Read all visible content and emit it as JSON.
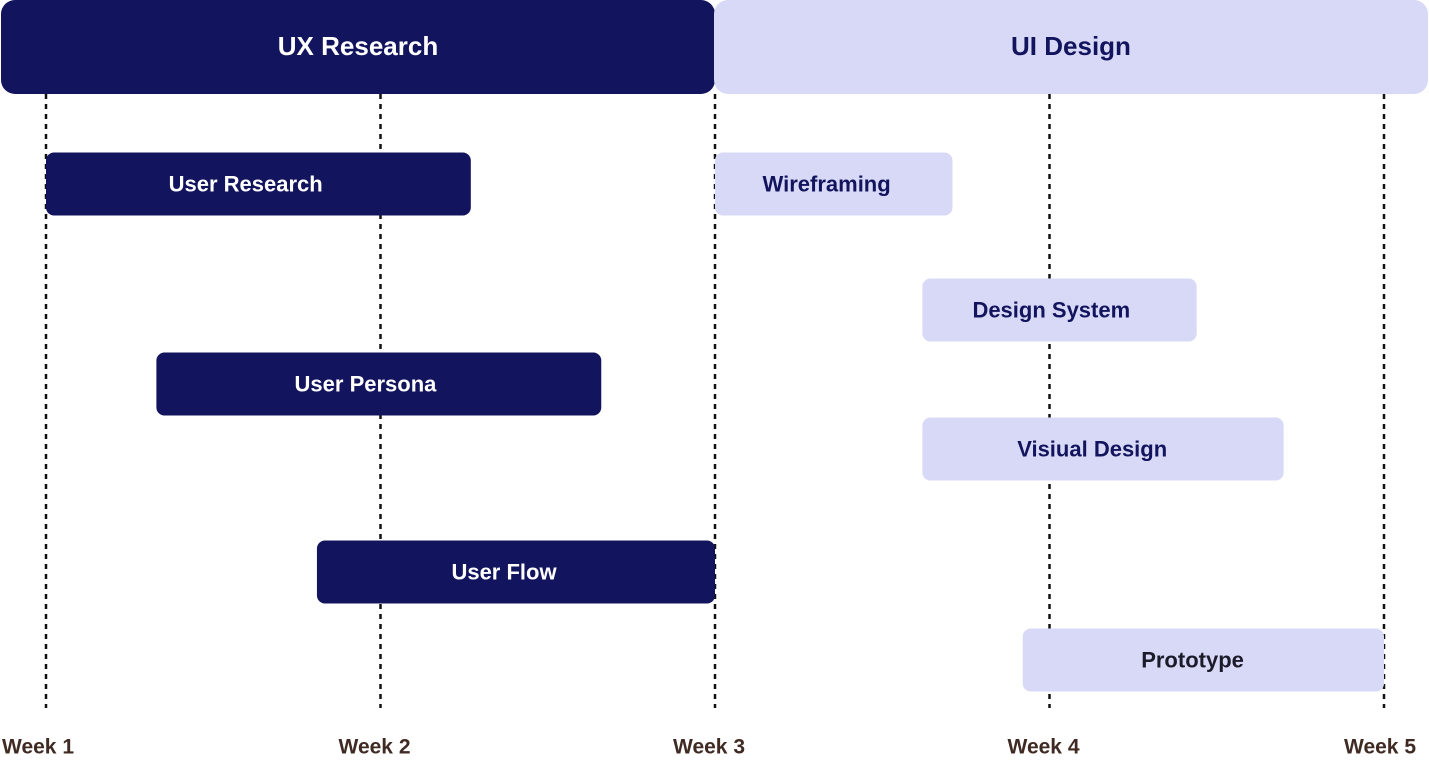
{
  "chart_data": {
    "type": "gantt",
    "weeks": [
      "Week 1",
      "Week 2",
      "Week 3",
      "Week 4",
      "Week 5"
    ],
    "phases": [
      {
        "name": "UX Research",
        "start": 1,
        "end": 3,
        "style": "dark"
      },
      {
        "name": "UI Design",
        "start": 3,
        "end": 5,
        "style": "light"
      }
    ],
    "tasks": [
      {
        "name": "User Research",
        "start": 1,
        "end": 2.27,
        "style": "dark"
      },
      {
        "name": "Wireframing",
        "start": 3,
        "end": 3.71,
        "style": "light"
      },
      {
        "name": "Design System",
        "start": 3.62,
        "end": 4.44,
        "style": "light"
      },
      {
        "name": "User Persona",
        "start": 1.33,
        "end": 2.66,
        "style": "dark"
      },
      {
        "name": "Visiual Design",
        "start": 3.62,
        "end": 4.7,
        "style": "light"
      },
      {
        "name": "User Flow",
        "start": 1.81,
        "end": 3,
        "style": "dark"
      },
      {
        "name": "Prototype",
        "start": 3.92,
        "end": 5,
        "style": "light"
      }
    ]
  },
  "colors": {
    "dark_bar": "#13145e",
    "dark_text": "#ffffff",
    "light_bar": "#d8d9f6",
    "light_text": "#13145e",
    "prototype_text": "#1b1b2a",
    "week_text": "#3f2b23",
    "gridline": "#111111"
  }
}
